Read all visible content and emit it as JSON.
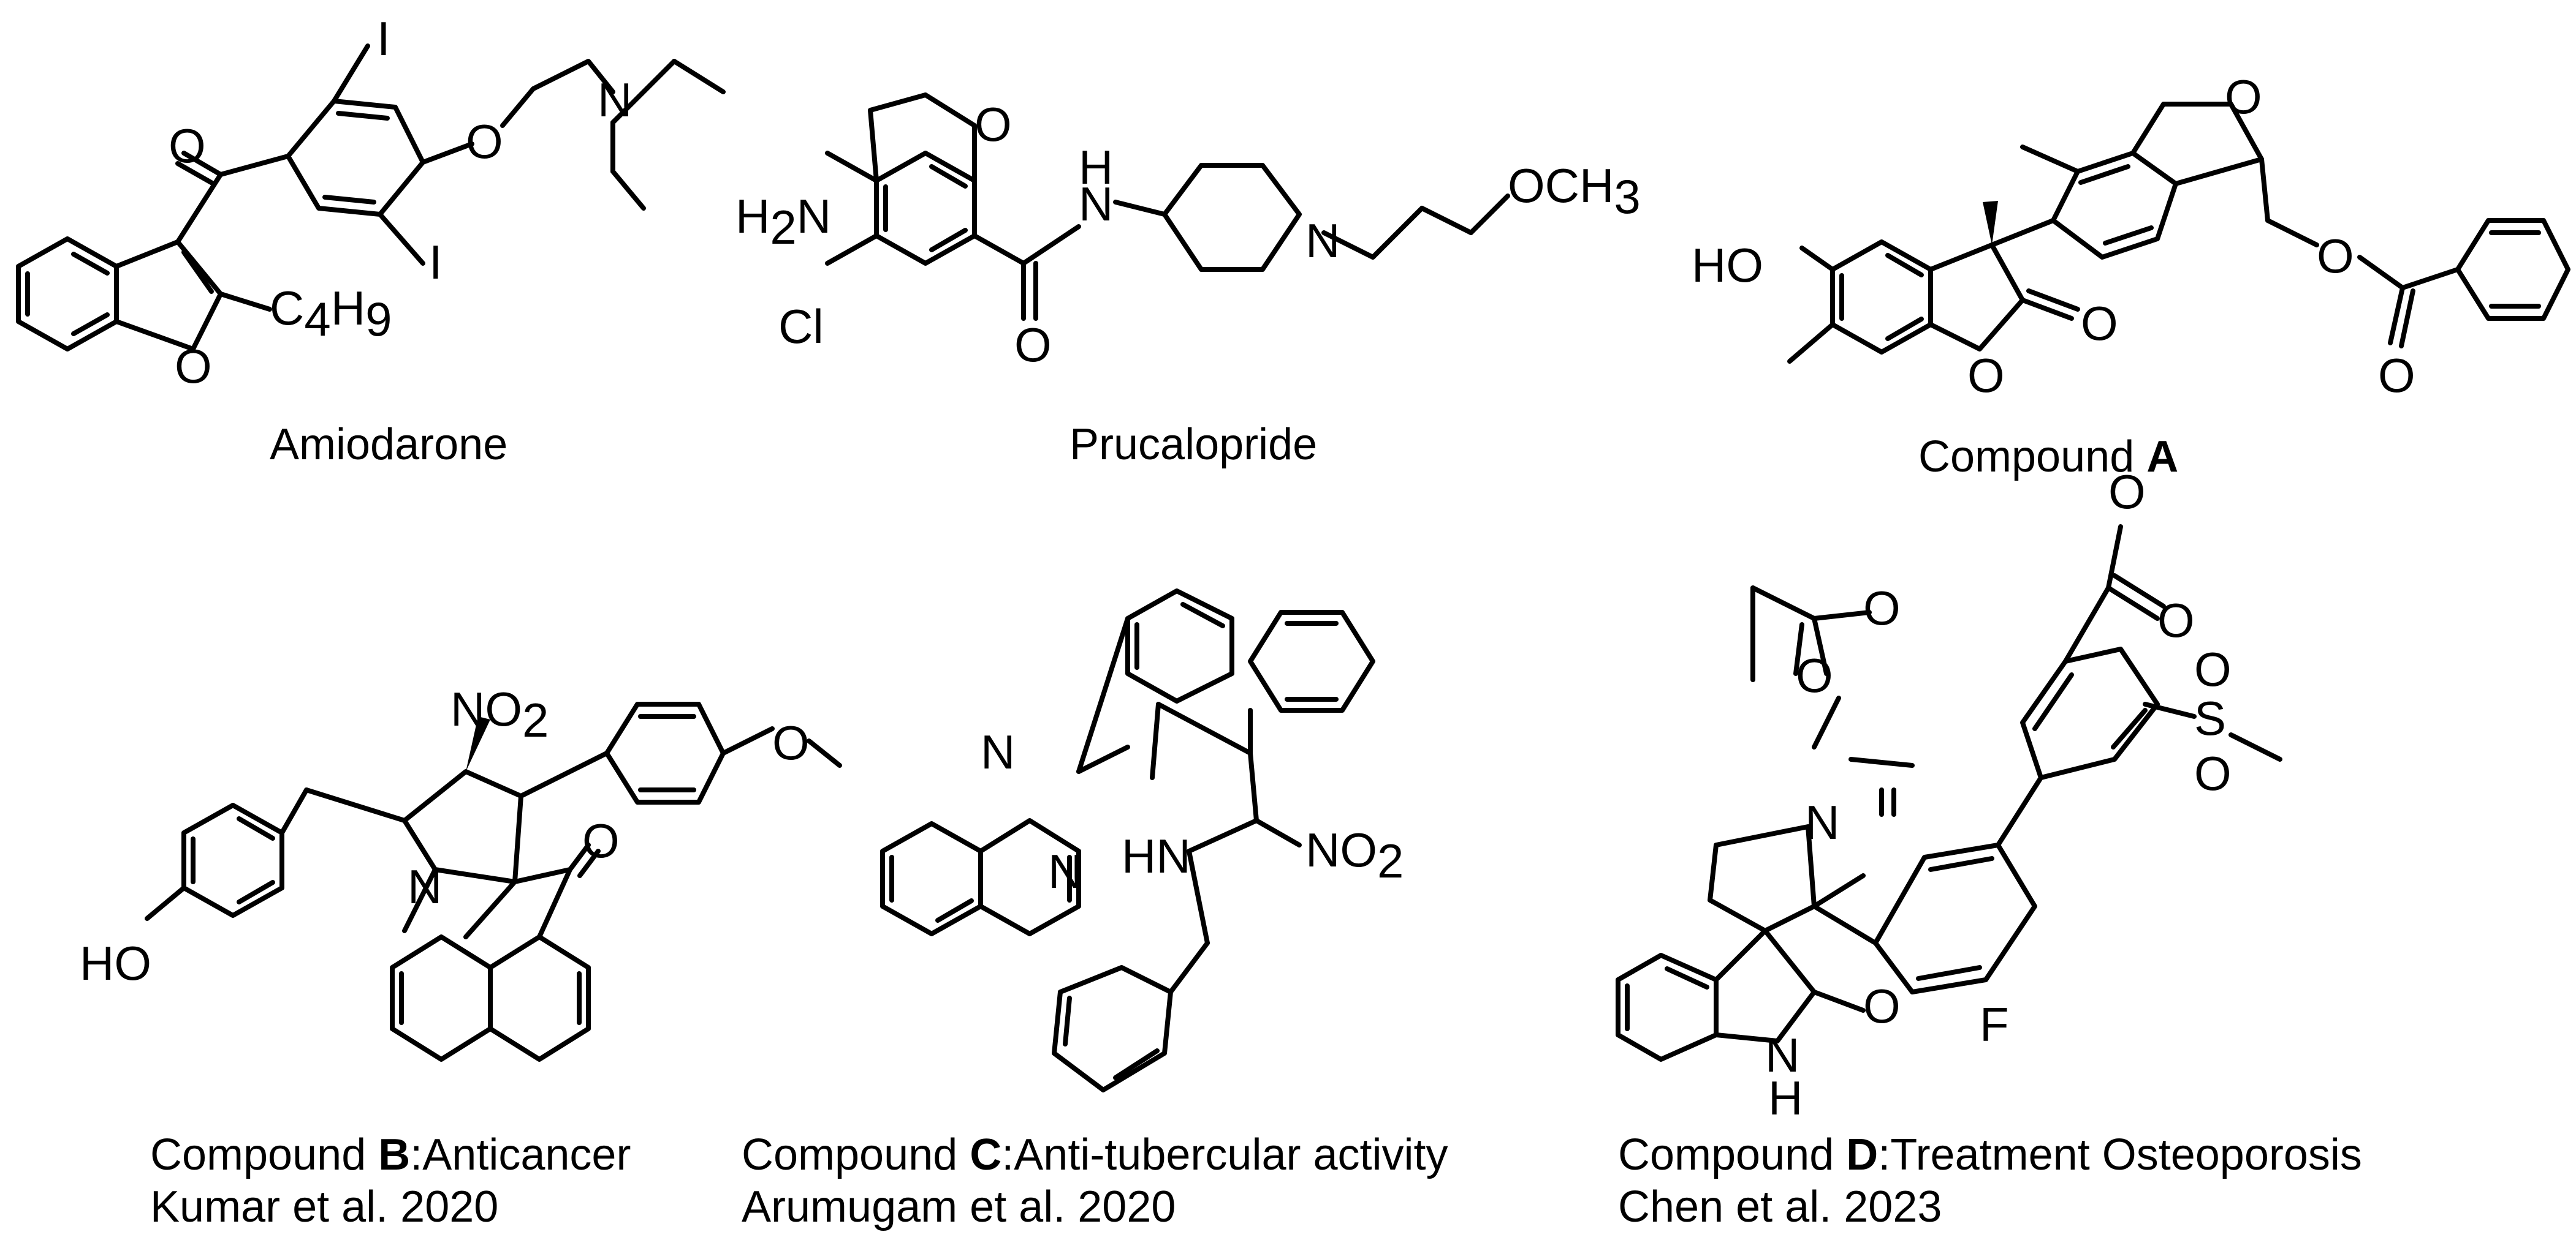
{
  "figure": {
    "compounds": [
      {
        "name": "Amiodarone",
        "atoms": [
          "O",
          "I",
          "O",
          "N",
          "I",
          "C",
          "4",
          "H",
          "9",
          "O"
        ]
      },
      {
        "name": "Prucalopride",
        "atoms": [
          "O",
          "H",
          "N",
          "OCH",
          "3",
          "H",
          "2",
          "N",
          "N",
          "Cl",
          "O"
        ]
      },
      {
        "label_prefix": "Compound",
        "label_id": "A",
        "atoms": [
          "O",
          "HO",
          "O",
          "O",
          "O",
          "O"
        ]
      },
      {
        "label_prefix": "Compound",
        "label_id": "B",
        "label_suffix": ":Anticancer",
        "reference": "Kumar et al. 2020",
        "atoms": [
          "NO",
          "2",
          "O",
          "O",
          "N",
          "HO"
        ]
      },
      {
        "label_prefix": "Compound",
        "label_id": "C",
        "label_suffix": ":Anti-tubercular activity",
        "reference": "Arumugam et al. 2020",
        "atoms": [
          "N",
          "N",
          "HN",
          "NO",
          "2"
        ]
      },
      {
        "label_prefix": "Compound",
        "label_id": "D",
        "label_suffix": ":Treatment  Osteoporosis",
        "reference": "Chen  et al. 2023",
        "atoms": [
          "O",
          "O",
          "O",
          "O",
          "S",
          "O",
          "O",
          "N",
          "O",
          "N",
          "H",
          "F"
        ]
      }
    ]
  }
}
